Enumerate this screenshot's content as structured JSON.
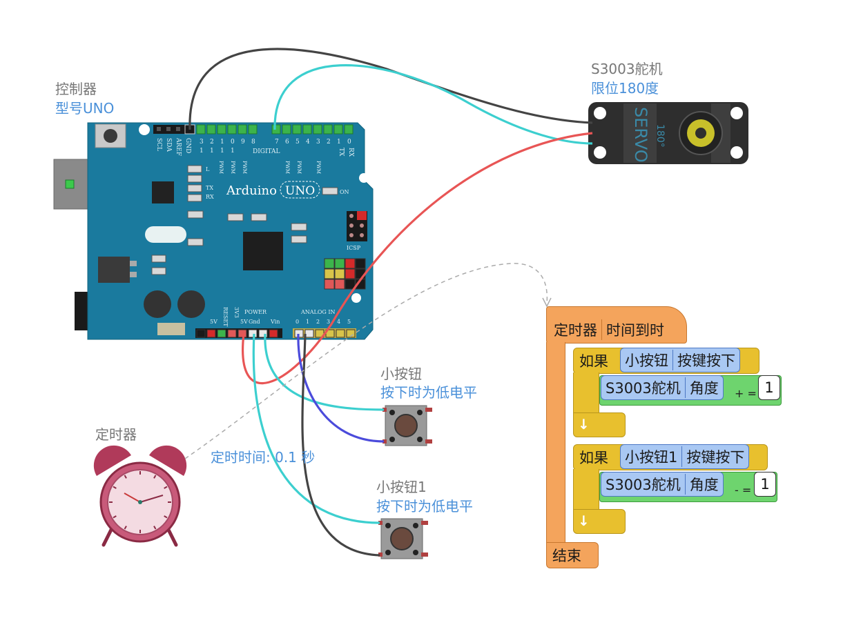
{
  "controller": {
    "title": "控制器",
    "model": "型号UNO"
  },
  "servo": {
    "title": "S3003舵机",
    "limit": "限位180度",
    "body_text": "SERVO",
    "angle_text": "180°"
  },
  "button1": {
    "title": "小按钮",
    "desc": "按下时为低电平"
  },
  "button2": {
    "title": "小按钮1",
    "desc": "按下时为低电平"
  },
  "timer": {
    "title": "定时器",
    "interval": "定时时间: 0.1 秒"
  },
  "board": {
    "brand": "Arduino",
    "model": "UNO",
    "on": "ON",
    "icsp": "ICSP",
    "digital": "DIGITAL",
    "power": "POWER",
    "analog_in": "ANALOG IN",
    "tx": "TX",
    "rx": "RX",
    "l": "L",
    "pwm": "PWM",
    "top_pin_numbers": [
      "3",
      "2",
      "1",
      "0",
      "9",
      "8",
      "7",
      "6",
      "5",
      "4",
      "3",
      "2",
      "1",
      "0"
    ],
    "top_pin_tens": [
      "1",
      "1",
      "1",
      "1"
    ],
    "top_left_labels": [
      "SCL",
      "SDA",
      "AREF",
      "GND"
    ],
    "tx_rx_side": [
      "TX",
      "RX"
    ],
    "power_pins": [
      "5V",
      "RESET",
      "3V3",
      "5V",
      "Gnd",
      "Vin"
    ],
    "analog_pins": [
      "0",
      "1",
      "2",
      "3",
      "4",
      "5"
    ]
  },
  "program": {
    "event": {
      "left": "定时器",
      "right": "时间到时"
    },
    "end": "结束",
    "blocks": [
      {
        "if": "如果",
        "sensor": "小按钮",
        "condition": "按键按下",
        "device": "S3003舵机",
        "property": "角度",
        "op": "+ =",
        "value": "1",
        "arrow": "↓"
      },
      {
        "if": "如果",
        "sensor": "小按钮1",
        "condition": "按键按下",
        "device": "S3003舵机",
        "property": "角度",
        "op": "- =",
        "value": "1",
        "arrow": "↓"
      }
    ]
  },
  "colors": {
    "board": "#1a7a9e",
    "wire_black": "#444444",
    "wire_cyan": "#3ccfcf",
    "wire_red": "#e85555",
    "wire_blue": "#4b4bdb",
    "block_orange": "#f4a45c",
    "block_yellow": "#e8c02e",
    "block_blue": "#a9c8f3",
    "block_green": "#6ed46e"
  }
}
